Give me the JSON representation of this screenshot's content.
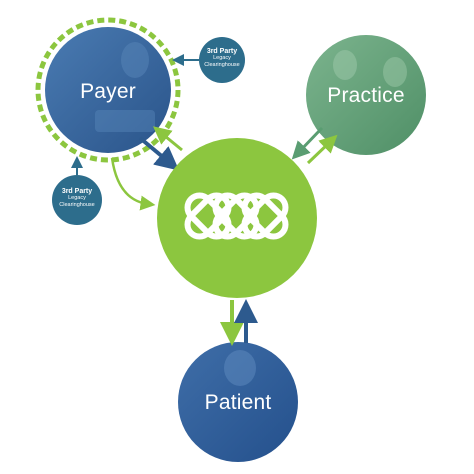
{
  "nodes": {
    "payer": {
      "label": "Payer",
      "color": "#35639b",
      "ring": "#8cc63f"
    },
    "practice": {
      "label": "Practice",
      "color": "#5a9d72"
    },
    "patient": {
      "label": "Patient",
      "color": "#2f5e9c"
    },
    "hub": {
      "icon": "interlocking-logo-icon",
      "color": "#8cc63f"
    },
    "third_party_top": {
      "title": "3rd Party",
      "subtitle_line1": "Legacy",
      "subtitle_line2": "Clearinghouse",
      "color": "#2d6d8c"
    },
    "third_party_left": {
      "title": "3rd Party",
      "subtitle_line1": "Legacy",
      "subtitle_line2": "Clearinghouse",
      "color": "#2d6d8c"
    }
  },
  "colors": {
    "green": "#8cc63f",
    "blue": "#2d5a8e",
    "teal": "#2d6d8c",
    "sage": "#5a9d72"
  }
}
